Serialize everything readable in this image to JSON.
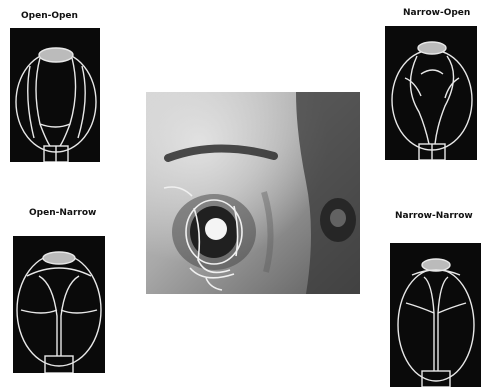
{
  "panels": [
    {
      "id": "open-open",
      "label": "Open-Open"
    },
    {
      "id": "narrow-open",
      "label": "Narrow-Open"
    },
    {
      "id": "open-narrow",
      "label": "Open-Narrow"
    },
    {
      "id": "narrow-narrow",
      "label": "Narrow-Narrow"
    }
  ],
  "colors": {
    "panel_background": "#0a0a0a",
    "contour": "#e8e8e8",
    "page_background": "#ffffff"
  }
}
